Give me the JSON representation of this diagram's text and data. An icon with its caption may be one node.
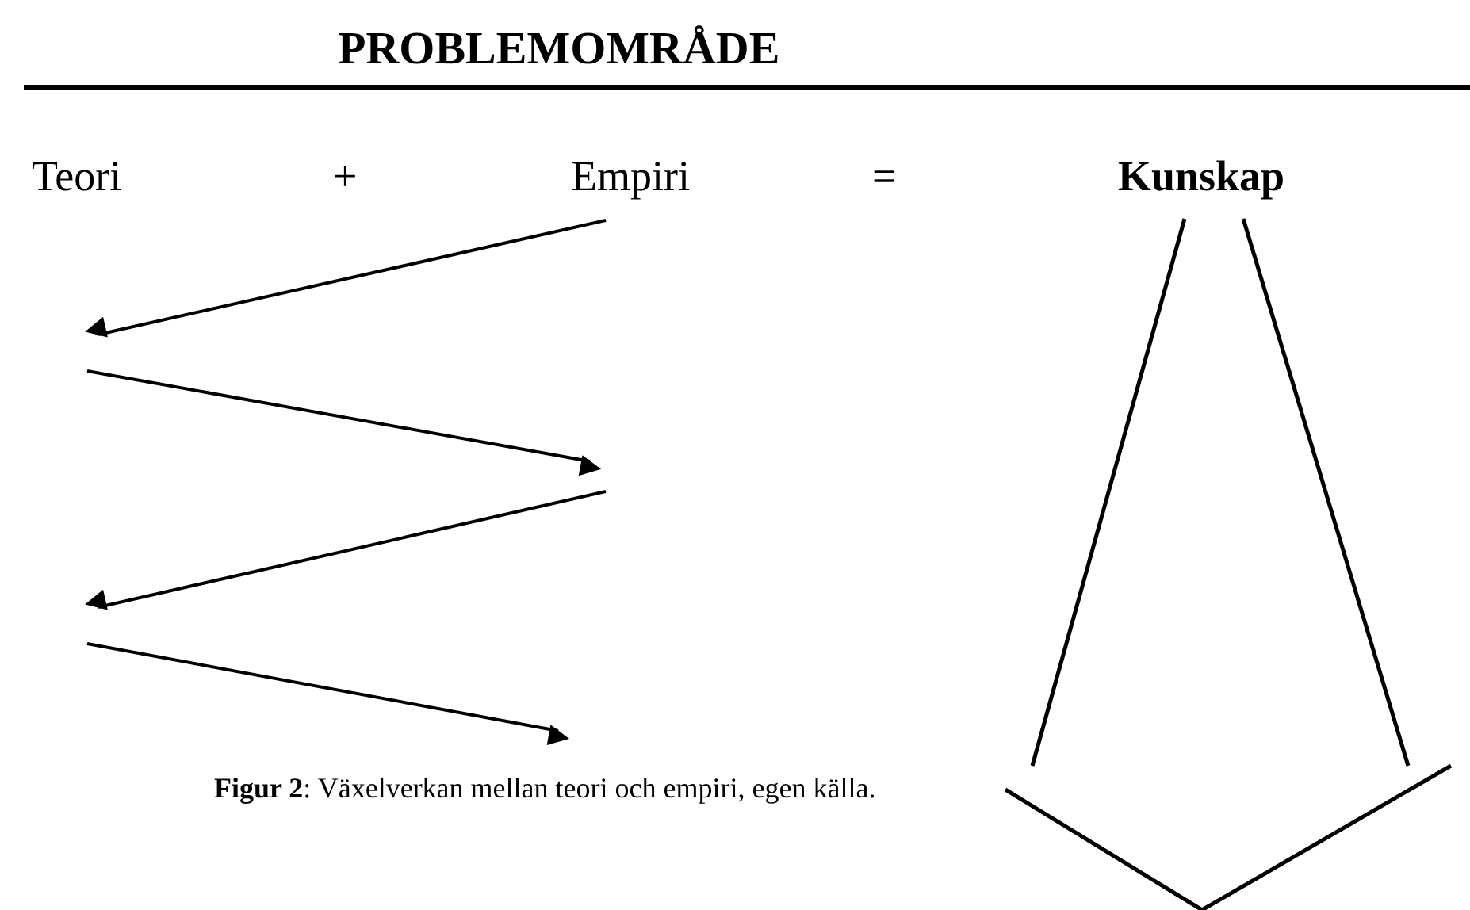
{
  "diagram": {
    "title": "PROBLEMOMRÅDE",
    "caption": "**Figur 2**: Växelverkan mellan teori och empiri, egen källa.",
    "labels": [
      "Teori",
      "+",
      "Empiri",
      "=",
      "Kunskap"
    ]
  }
}
